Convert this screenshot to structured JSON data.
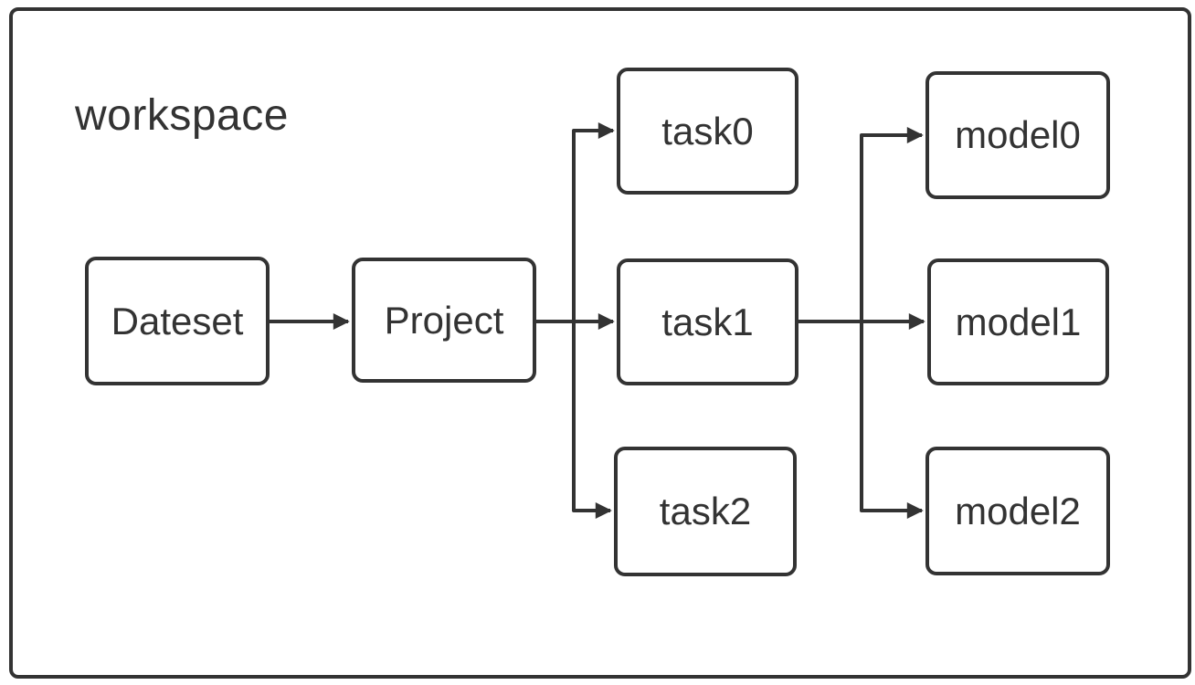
{
  "diagram": {
    "title": "workspace",
    "colors": {
      "stroke": "#333333",
      "background": "#ffffff"
    },
    "nodes": [
      {
        "id": "dateset",
        "label": "Dateset"
      },
      {
        "id": "project",
        "label": "Project"
      },
      {
        "id": "task0",
        "label": "task0"
      },
      {
        "id": "task1",
        "label": "task1"
      },
      {
        "id": "task2",
        "label": "task2"
      },
      {
        "id": "model0",
        "label": "model0"
      },
      {
        "id": "model1",
        "label": "model1"
      },
      {
        "id": "model2",
        "label": "model2"
      }
    ],
    "edges": [
      {
        "from": "Dateset",
        "to": "Project"
      },
      {
        "from": "Project",
        "to": "task0"
      },
      {
        "from": "Project",
        "to": "task1"
      },
      {
        "from": "Project",
        "to": "task2"
      },
      {
        "from": "task1",
        "to": "model0"
      },
      {
        "from": "task1",
        "to": "model1"
      },
      {
        "from": "task1",
        "to": "model2"
      }
    ]
  }
}
